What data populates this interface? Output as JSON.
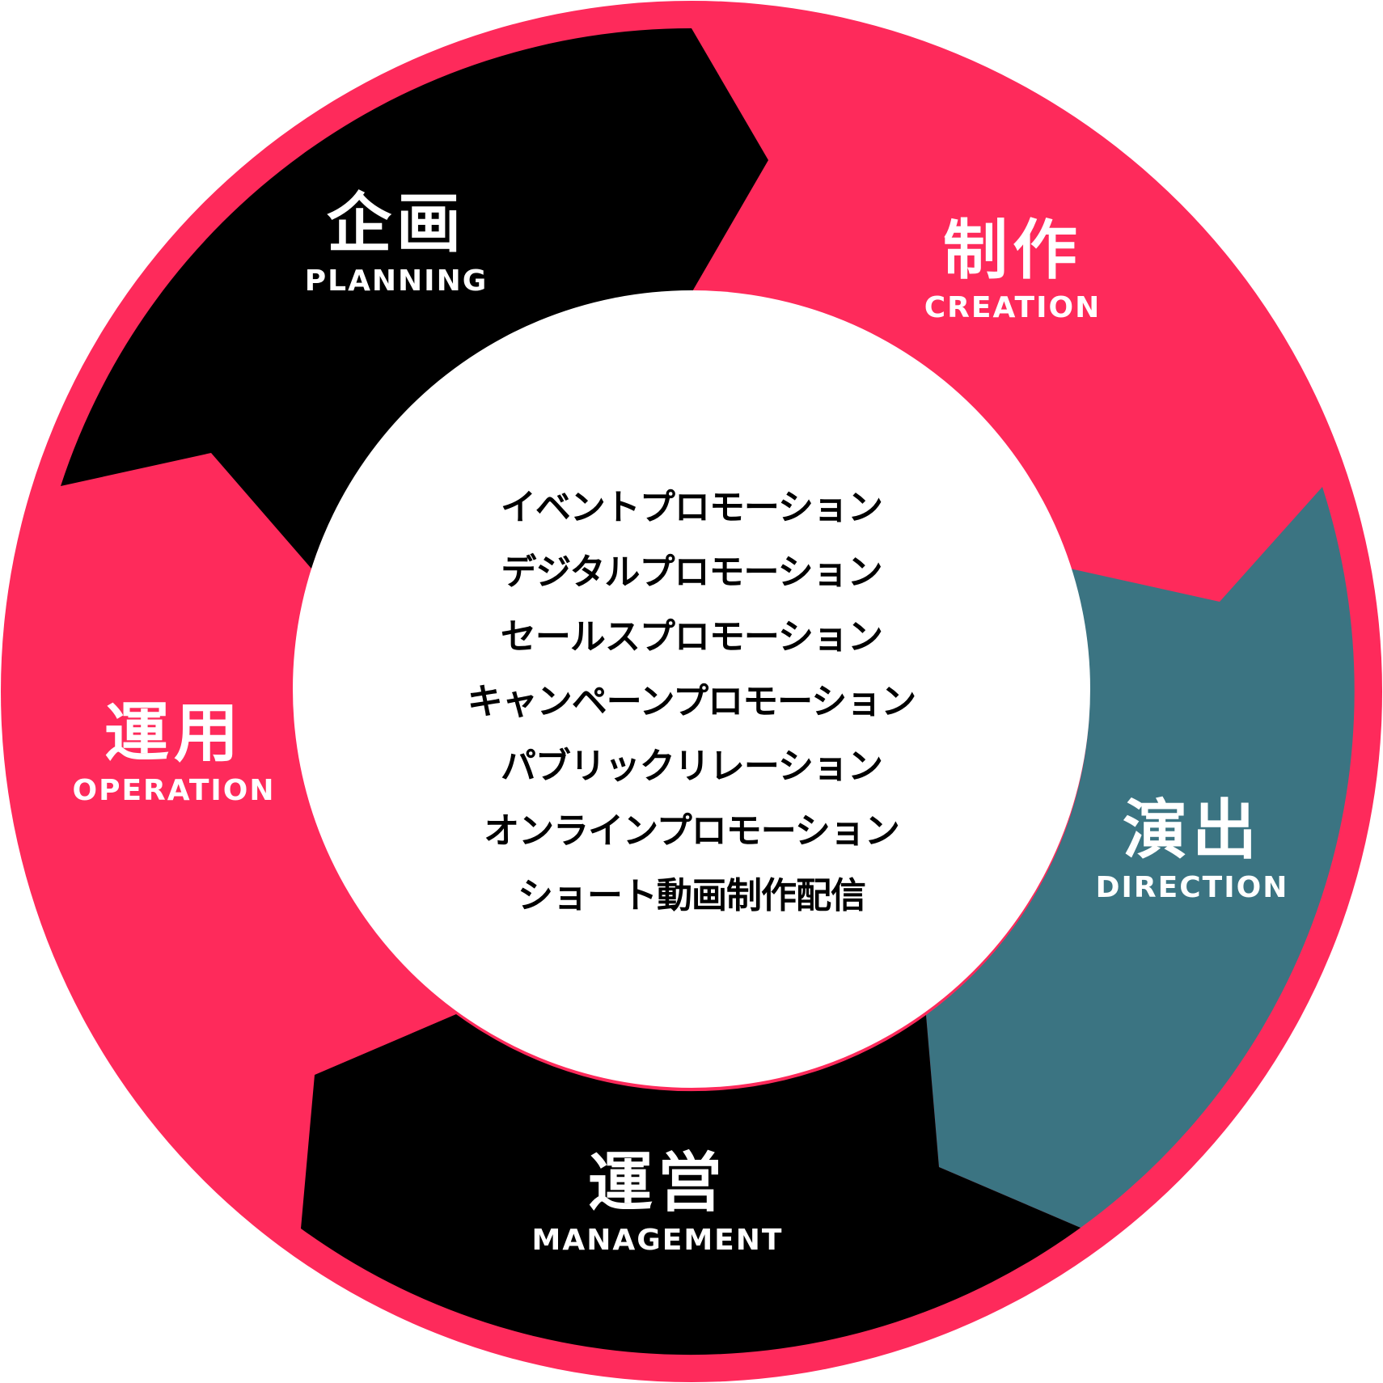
{
  "colors": {
    "ring": "#FE2A5B",
    "planning": "#000000",
    "creation": "#FE2A5B",
    "direction": "#3B7482",
    "management": "#000000",
    "operation": "#FE2A5B",
    "center": "#FFFFFF",
    "label_text": "#FFFFFF",
    "service_text": "#000000"
  },
  "segments": [
    {
      "id": "planning",
      "label_jp": "企画",
      "label_en": "PLANNING"
    },
    {
      "id": "creation",
      "label_jp": "制作",
      "label_en": "CREATION"
    },
    {
      "id": "direction",
      "label_jp": "演出",
      "label_en": "DIRECTION"
    },
    {
      "id": "management",
      "label_jp": "運営",
      "label_en": "MANAGEMENT"
    },
    {
      "id": "operation",
      "label_jp": "運用",
      "label_en": "OPERATION"
    }
  ],
  "services": [
    "イベントプロモーション",
    "デジタルプロモーション",
    "セールスプロモーション",
    "キャンペーンプロモーション",
    "パブリックリレーション",
    "オンラインプロモーション",
    "ショート動画制作配信"
  ]
}
